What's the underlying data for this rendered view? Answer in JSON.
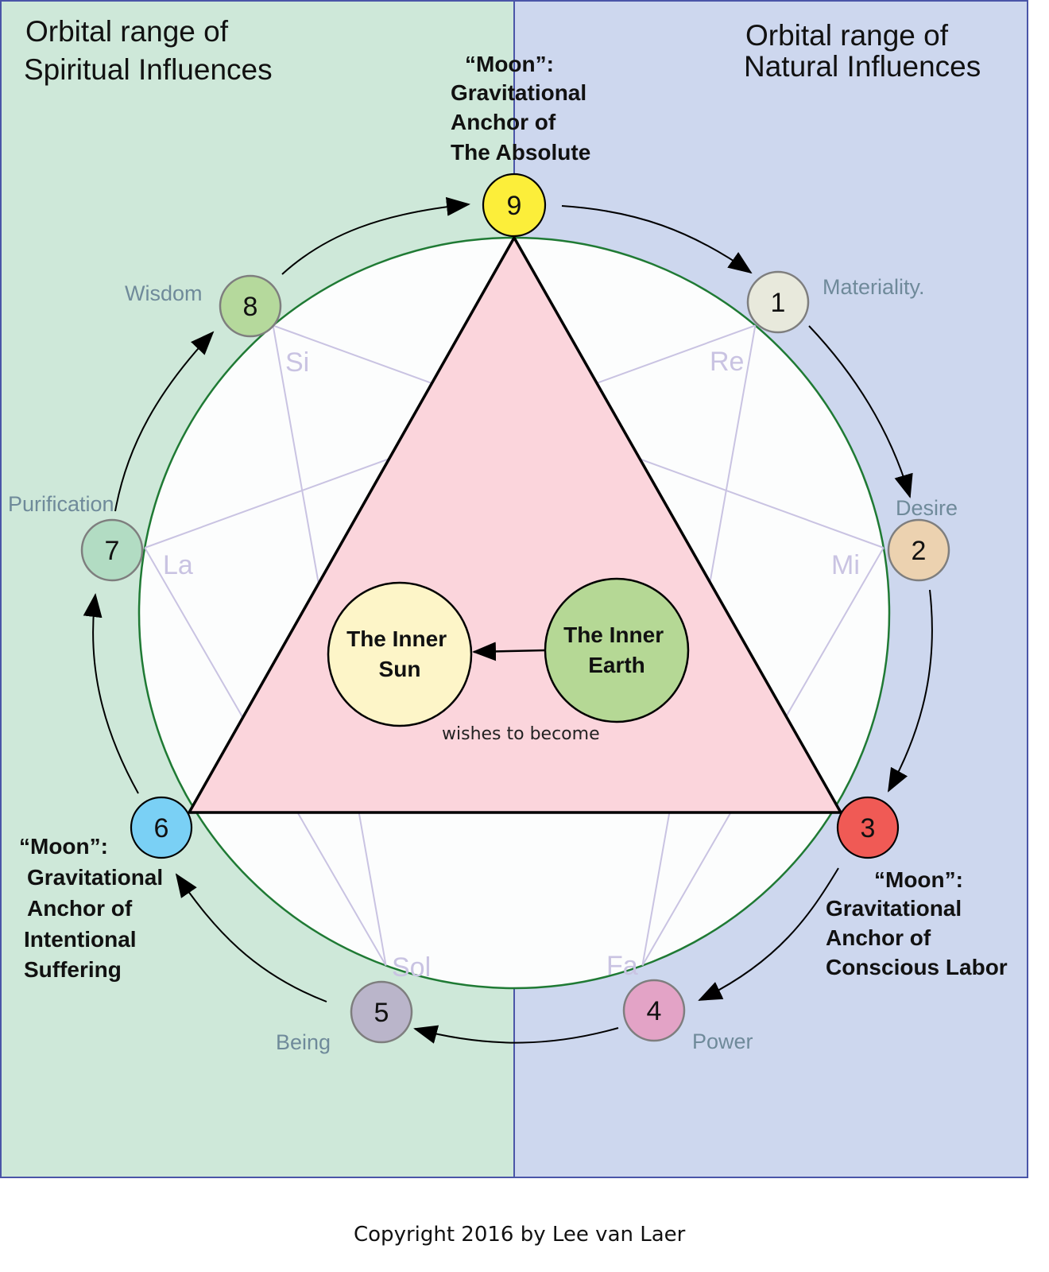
{
  "colors": {
    "spiritual_bg": "#cee8d9",
    "natural_bg": "#cdd7ee",
    "frame": "#4a55a8",
    "circle_fill": "#fcfdfd",
    "circle_stroke": "#1f7a34",
    "triangle_fill": "#fbd5dc",
    "triangle_stroke": "#000000",
    "hexad_stroke": "#c9c3e2",
    "arrow": "#000000",
    "inner_sun": "#fdf5c8",
    "inner_earth": "#b5d895"
  },
  "panels": {
    "left_title": [
      "Orbital range of",
      "Spiritual Influences"
    ],
    "right_title": [
      "Orbital range of",
      "Natural Influences"
    ]
  },
  "moons": {
    "top": [
      "“Moon”:",
      "Gravitational",
      "Anchor of",
      "The Absolute"
    ],
    "left": [
      "“Moon”:",
      "Gravitational",
      "Anchor of",
      "Intentional",
      "Suffering"
    ],
    "right": [
      "“Moon”:",
      "Gravitational",
      "Anchor of",
      "Conscious Labor"
    ]
  },
  "points": [
    {
      "number": "9",
      "quality": "",
      "note": "",
      "color": "#fcee3a"
    },
    {
      "number": "1",
      "quality": "Materiality.",
      "note": "Re",
      "color": "#e8e9dc"
    },
    {
      "number": "2",
      "quality": "Desire",
      "note": "Mi",
      "color": "#ecd2b0"
    },
    {
      "number": "3",
      "quality": "",
      "note": "",
      "color": "#f05a55"
    },
    {
      "number": "4",
      "quality": "Power",
      "note": "Fa",
      "color": "#e3a3c6"
    },
    {
      "number": "5",
      "quality": "Being",
      "note": "Sol",
      "color": "#bab5ca"
    },
    {
      "number": "6",
      "quality": "",
      "note": "",
      "color": "#7ad0f5"
    },
    {
      "number": "7",
      "quality": "Purification",
      "note": "La",
      "color": "#b2dcc3"
    },
    {
      "number": "8",
      "quality": "Wisdom",
      "note": "Si",
      "color": "#b5d99c"
    }
  ],
  "hexad_sequence": [
    "1",
    "4",
    "2",
    "8",
    "5",
    "7",
    "1"
  ],
  "flow_sequence": [
    "9",
    "1",
    "2",
    "3",
    "4",
    "5",
    "6",
    "7",
    "8",
    "9"
  ],
  "center": {
    "sun_label": [
      "The Inner",
      "Sun"
    ],
    "earth_label": [
      "The Inner",
      "Earth"
    ],
    "relation_label": "wishes to become"
  },
  "footer": {
    "copyright": "Copyright 2016 by Lee van Laer"
  }
}
